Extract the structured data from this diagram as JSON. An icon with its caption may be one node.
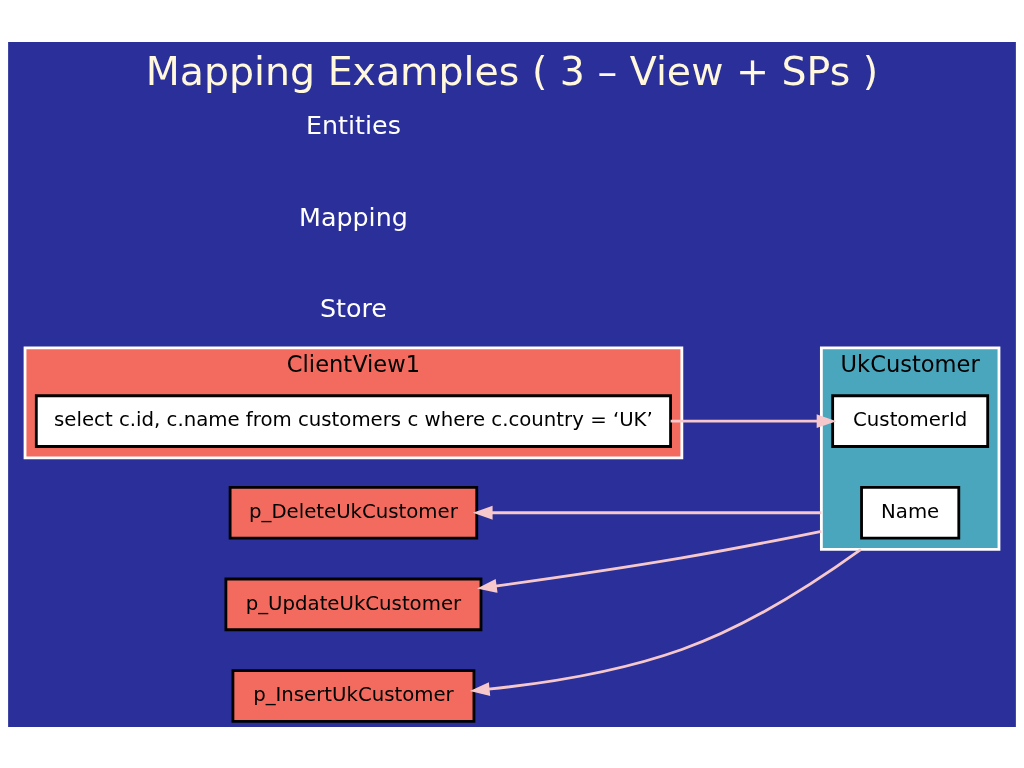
{
  "diagram": {
    "title": "Mapping Examples ( 3 – View + SPs )",
    "nodes": [
      {
        "text": [
          "ClientView1"
        ]
      },
      {
        "text": [
          "select c.id, c.name from customers c where c.country = ‘UK’"
        ],
        "in": 0
      },
      {
        "text": [
          "p_DeleteUkCustomer"
        ]
      },
      {
        "text": [
          "p_UpdateUkCustomer"
        ]
      },
      {
        "text": [
          "p_InsertUkCustomer"
        ]
      },
      {
        "text": [
          "UkCustomer"
        ]
      },
      {
        "text": [
          "CustomerId"
        ],
        "in": 5
      },
      {
        "text": [
          "Name"
        ],
        "in": 5
      }
    ],
    "edges": [
      {
        "from": 1,
        "to": 6,
        "arrow": "to"
      },
      {
        "from": 5,
        "to": 2,
        "arrow": "to"
      },
      {
        "from": 5,
        "to": 3,
        "arrow": "to"
      },
      {
        "from": 5,
        "to": 4,
        "arrow": "to"
      }
    ],
    "labels": [
      "Store",
      "Mapping",
      "Entities"
    ]
  }
}
